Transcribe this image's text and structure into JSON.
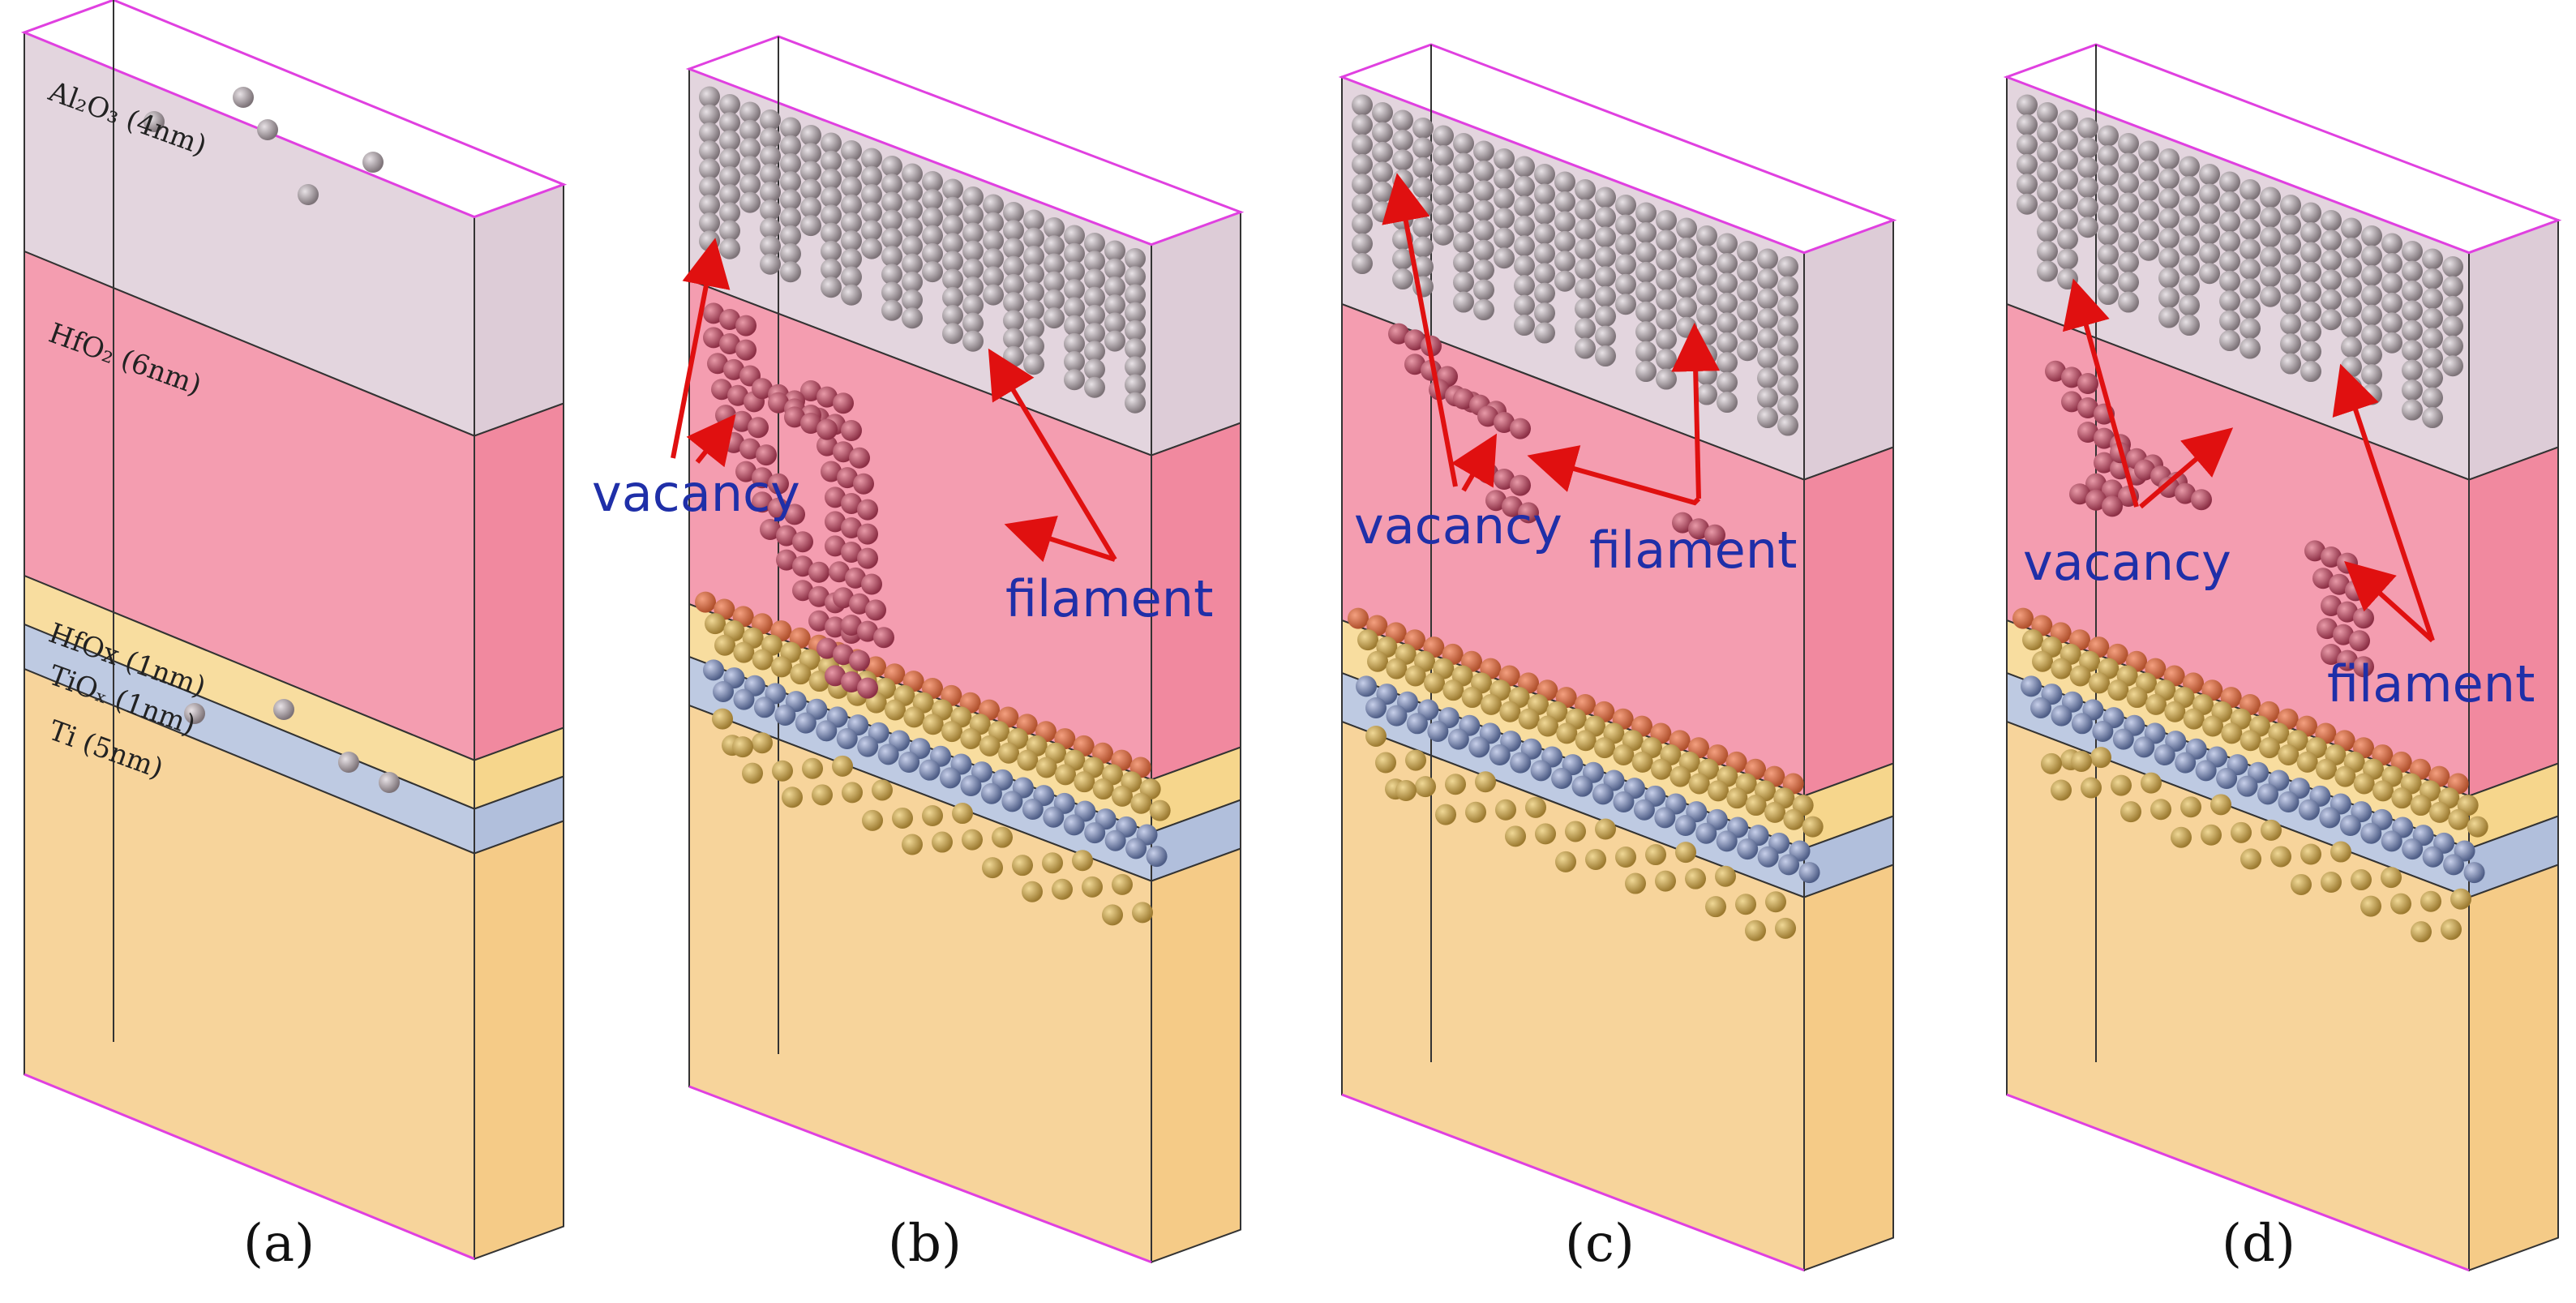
{
  "colors": {
    "al2o3": "#d9c7d3",
    "hfo2": "#f07c95",
    "hfox": "#f5d27f",
    "tiox": "#a8b8d8",
    "ti": "#f4c57a",
    "oxygen_atom": "#9a8f94",
    "vacancy_atom": "#b04860",
    "hfox_atom": "#b89240",
    "ti_atom": "#7080a8",
    "arrow": "#e01010",
    "annotation_text": "#1f2fa8",
    "outline_top": "#e040e0"
  },
  "layer_labels": {
    "al2o3": "Al₂O₃ (4nm)",
    "hfo2": "HfO₂ (6nm)",
    "hfox": "HfOx (1nm)",
    "tiox": "TiOₓ (1nm)",
    "ti": "Ti (5nm)"
  },
  "panels": [
    {
      "caption": "(a)",
      "annotations": []
    },
    {
      "caption": "(b)",
      "annotations": [
        "vacancy",
        "filament"
      ]
    },
    {
      "caption": "(c)",
      "annotations": [
        "vacancy",
        "filament"
      ]
    },
    {
      "caption": "(d)",
      "annotations": [
        "vacancy",
        "filament"
      ]
    }
  ]
}
